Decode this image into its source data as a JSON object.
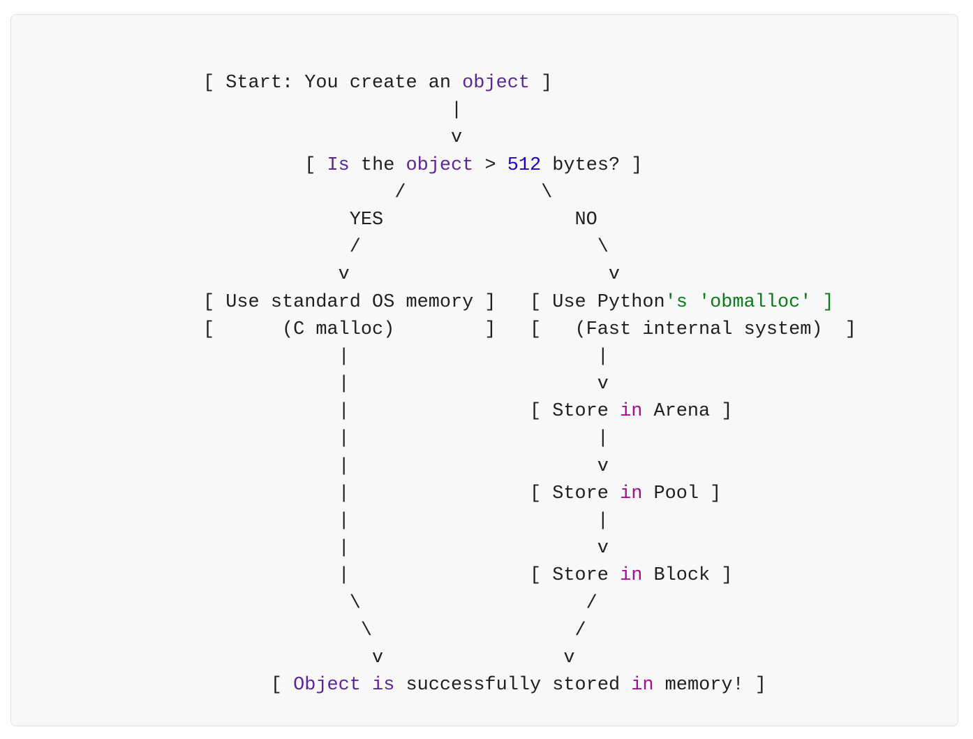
{
  "code_block": {
    "language_hint": "python",
    "token_colors": {
      "plain": "#1f1f1f",
      "builtin": "#5c2699",
      "keyword": "#aa0d91",
      "number": "#1c00cf",
      "string": "#067d17"
    },
    "lines": [
      [
        {
          "t": "[ Start: You create an ",
          "c": "plain"
        },
        {
          "t": "object",
          "c": "builtin"
        },
        {
          "t": " ]",
          "c": "plain"
        }
      ],
      [
        {
          "t": "                      |",
          "c": "plain"
        }
      ],
      [
        {
          "t": "                      v",
          "c": "plain"
        }
      ],
      [
        {
          "t": "         [ ",
          "c": "plain"
        },
        {
          "t": "Is",
          "c": "builtin"
        },
        {
          "t": " the ",
          "c": "plain"
        },
        {
          "t": "object",
          "c": "builtin"
        },
        {
          "t": " > ",
          "c": "plain"
        },
        {
          "t": "512",
          "c": "number"
        },
        {
          "t": " bytes? ]",
          "c": "plain"
        }
      ],
      [
        {
          "t": "                 /            \\",
          "c": "plain"
        }
      ],
      [
        {
          "t": "             YES                 NO",
          "c": "plain"
        }
      ],
      [
        {
          "t": "             /                     \\",
          "c": "plain"
        }
      ],
      [
        {
          "t": "            v                       v",
          "c": "plain"
        }
      ],
      [
        {
          "t": "[ Use standard OS memory ]   [ Use Python",
          "c": "plain"
        },
        {
          "t": "'s 'obmalloc' ]",
          "c": "string"
        }
      ],
      [
        {
          "t": "[      (C malloc)        ]   [   (Fast internal system)  ]",
          "c": "plain"
        }
      ],
      [
        {
          "t": "            |                      |",
          "c": "plain"
        }
      ],
      [
        {
          "t": "            |                      v",
          "c": "plain"
        }
      ],
      [
        {
          "t": "            |                [ Store ",
          "c": "plain"
        },
        {
          "t": "in",
          "c": "keyword"
        },
        {
          "t": " Arena ]",
          "c": "plain"
        }
      ],
      [
        {
          "t": "            |                      |",
          "c": "plain"
        }
      ],
      [
        {
          "t": "            |                      v",
          "c": "plain"
        }
      ],
      [
        {
          "t": "            |                [ Store ",
          "c": "plain"
        },
        {
          "t": "in",
          "c": "keyword"
        },
        {
          "t": " Pool ]",
          "c": "plain"
        }
      ],
      [
        {
          "t": "            |                      |",
          "c": "plain"
        }
      ],
      [
        {
          "t": "            |                      v",
          "c": "plain"
        }
      ],
      [
        {
          "t": "            |                [ Store ",
          "c": "plain"
        },
        {
          "t": "in",
          "c": "keyword"
        },
        {
          "t": " Block ]",
          "c": "plain"
        }
      ],
      [
        {
          "t": "             \\                    /",
          "c": "plain"
        }
      ],
      [
        {
          "t": "              \\                  /",
          "c": "plain"
        }
      ],
      [
        {
          "t": "               v                v",
          "c": "plain"
        }
      ],
      [
        {
          "t": "      [ ",
          "c": "plain"
        },
        {
          "t": "Object",
          "c": "builtin"
        },
        {
          "t": " ",
          "c": "plain"
        },
        {
          "t": "is",
          "c": "builtin"
        },
        {
          "t": " successfully stored ",
          "c": "plain"
        },
        {
          "t": "in",
          "c": "keyword"
        },
        {
          "t": " memory! ]",
          "c": "plain"
        }
      ]
    ]
  }
}
